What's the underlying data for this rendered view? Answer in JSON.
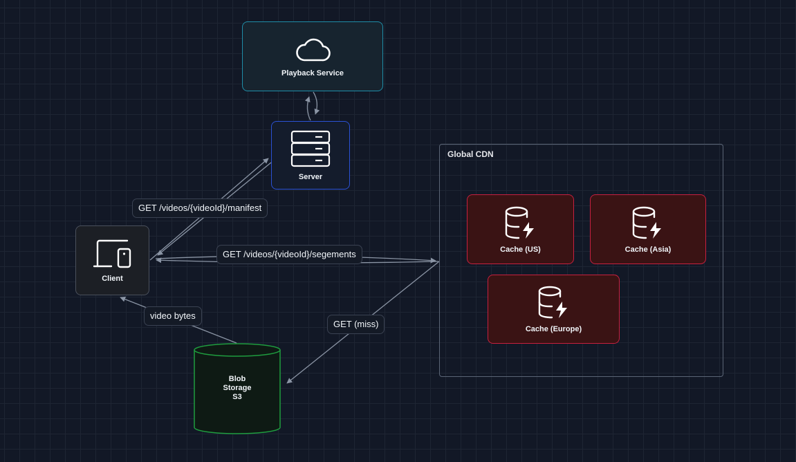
{
  "diagram": {
    "colors": {
      "background": "#121826",
      "edge": "#8b95a5",
      "playback_border": "#1f8ea8",
      "server_border": "#2b52d6",
      "client_border": "#4a505c",
      "cache_border": "#c8203f",
      "cache_fill": "#3a1314",
      "blob_border": "#1f9d3f",
      "blob_fill": "#0e1a14"
    },
    "nodes": {
      "playback": {
        "label": "Playback Service",
        "icon": "cloud-icon"
      },
      "server": {
        "label": "Server",
        "icon": "server-icon"
      },
      "client": {
        "label": "Client",
        "icon": "devices-icon"
      },
      "blob": {
        "lines": [
          "Blob",
          "Storage",
          "S3"
        ],
        "shape": "cylinder"
      },
      "cdn_group": {
        "title": "Global CDN"
      },
      "caches": [
        {
          "label": "Cache (US)",
          "icon": "database-bolt-icon"
        },
        {
          "label": "Cache (Asia)",
          "icon": "database-bolt-icon"
        },
        {
          "label": "Cache (Europe)",
          "icon": "database-bolt-icon"
        }
      ]
    },
    "edges": [
      {
        "from": "Server",
        "to": "Playback Service",
        "label": ""
      },
      {
        "from": "Playback Service",
        "to": "Server",
        "label": ""
      },
      {
        "from": "Client",
        "to": "Server",
        "label": "GET /videos/{videoId}/manifest"
      },
      {
        "from": "Server",
        "to": "Client",
        "label": ""
      },
      {
        "from": "Client",
        "to": "Global CDN",
        "label": "GET /videos/{videoId}/segements"
      },
      {
        "from": "Global CDN",
        "to": "Client",
        "label": ""
      },
      {
        "from": "Global CDN",
        "to": "Blob Storage S3",
        "label": "GET (miss)"
      },
      {
        "from": "Blob Storage S3",
        "to": "Client",
        "label": "video bytes"
      }
    ],
    "edge_labels": {
      "manifest": "GET /videos/{videoId}/manifest",
      "segments": "GET /videos/{videoId}/segements",
      "bytes": "video bytes",
      "miss": "GET (miss)"
    }
  }
}
